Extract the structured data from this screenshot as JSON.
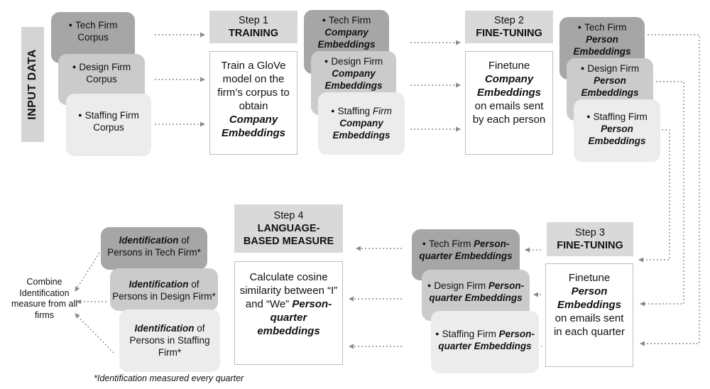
{
  "input_label": "INPUT DATA",
  "input_cards": [
    {
      "line1": "Tech Firm",
      "line2": "Corpus"
    },
    {
      "line1": "Design Firm",
      "line2": "Corpus"
    },
    {
      "line1": "Staffing Firm",
      "line2": "Corpus"
    }
  ],
  "step1": {
    "title_top": "Step 1",
    "title_main": "TRAINING",
    "body_pre": "Train a GloVe model on the firm’s corpus to obtain",
    "body_bold": "Company Embeddings"
  },
  "company_cards": [
    {
      "prefix": "Tech Firm",
      "prefix_italic": "",
      "bold": "Company Embeddings"
    },
    {
      "prefix": "Design Firm",
      "prefix_italic": "",
      "bold": "Company Embeddings"
    },
    {
      "prefix": "Staffing",
      "prefix_italic": "Firm",
      "bold": "Company Embeddings"
    }
  ],
  "step2": {
    "title_top": "Step 2",
    "title_main": "FINE-TUNING",
    "body_pre": "Finetune",
    "body_bold": "Company Embeddings",
    "body_post": "on emails sent by each person"
  },
  "person_cards": [
    {
      "prefix": "Tech Firm",
      "bold": "Person Embeddings"
    },
    {
      "prefix": "Design Firm",
      "bold": "Person Embeddings"
    },
    {
      "prefix": "Staffing Firm",
      "bold": "Person Embeddings"
    }
  ],
  "step3": {
    "title_top": "Step 3",
    "title_main": "FINE-TUNING",
    "body_pre": "Finetune",
    "body_bold": "Person Embeddings",
    "body_post": "on emails sent in each quarter"
  },
  "pq_cards": [
    {
      "prefix": "Tech Firm",
      "bold1": "Person-",
      "bold2": "quarter Embeddings"
    },
    {
      "prefix": "Design Firm",
      "bold1": "Person-",
      "bold2": "quarter Embeddings"
    },
    {
      "prefix": "Staffing Firm",
      "bold1": "Person-",
      "bold2": "quarter Embeddings"
    }
  ],
  "step4": {
    "title_top": "Step 4",
    "title_main1": "LANGUAGE-",
    "title_main2": "BASED MEASURE",
    "body_pre": "Calculate cosine similarity between “I” and “We”",
    "body_bold": "Person-quarter embeddings"
  },
  "ident_cards": [
    {
      "bold": "Identification",
      "rest1": "of",
      "rest2": "Persons in Tech Firm*"
    },
    {
      "bold": "Identification",
      "rest1": "of",
      "rest2": "Persons in Design Firm*"
    },
    {
      "bold": "Identification",
      "rest1": "of",
      "rest2": "Persons in Staffing Firm*"
    }
  ],
  "combine_text": "Combine Identification measure from all firms",
  "footnote": "*Identification measured every quarter"
}
